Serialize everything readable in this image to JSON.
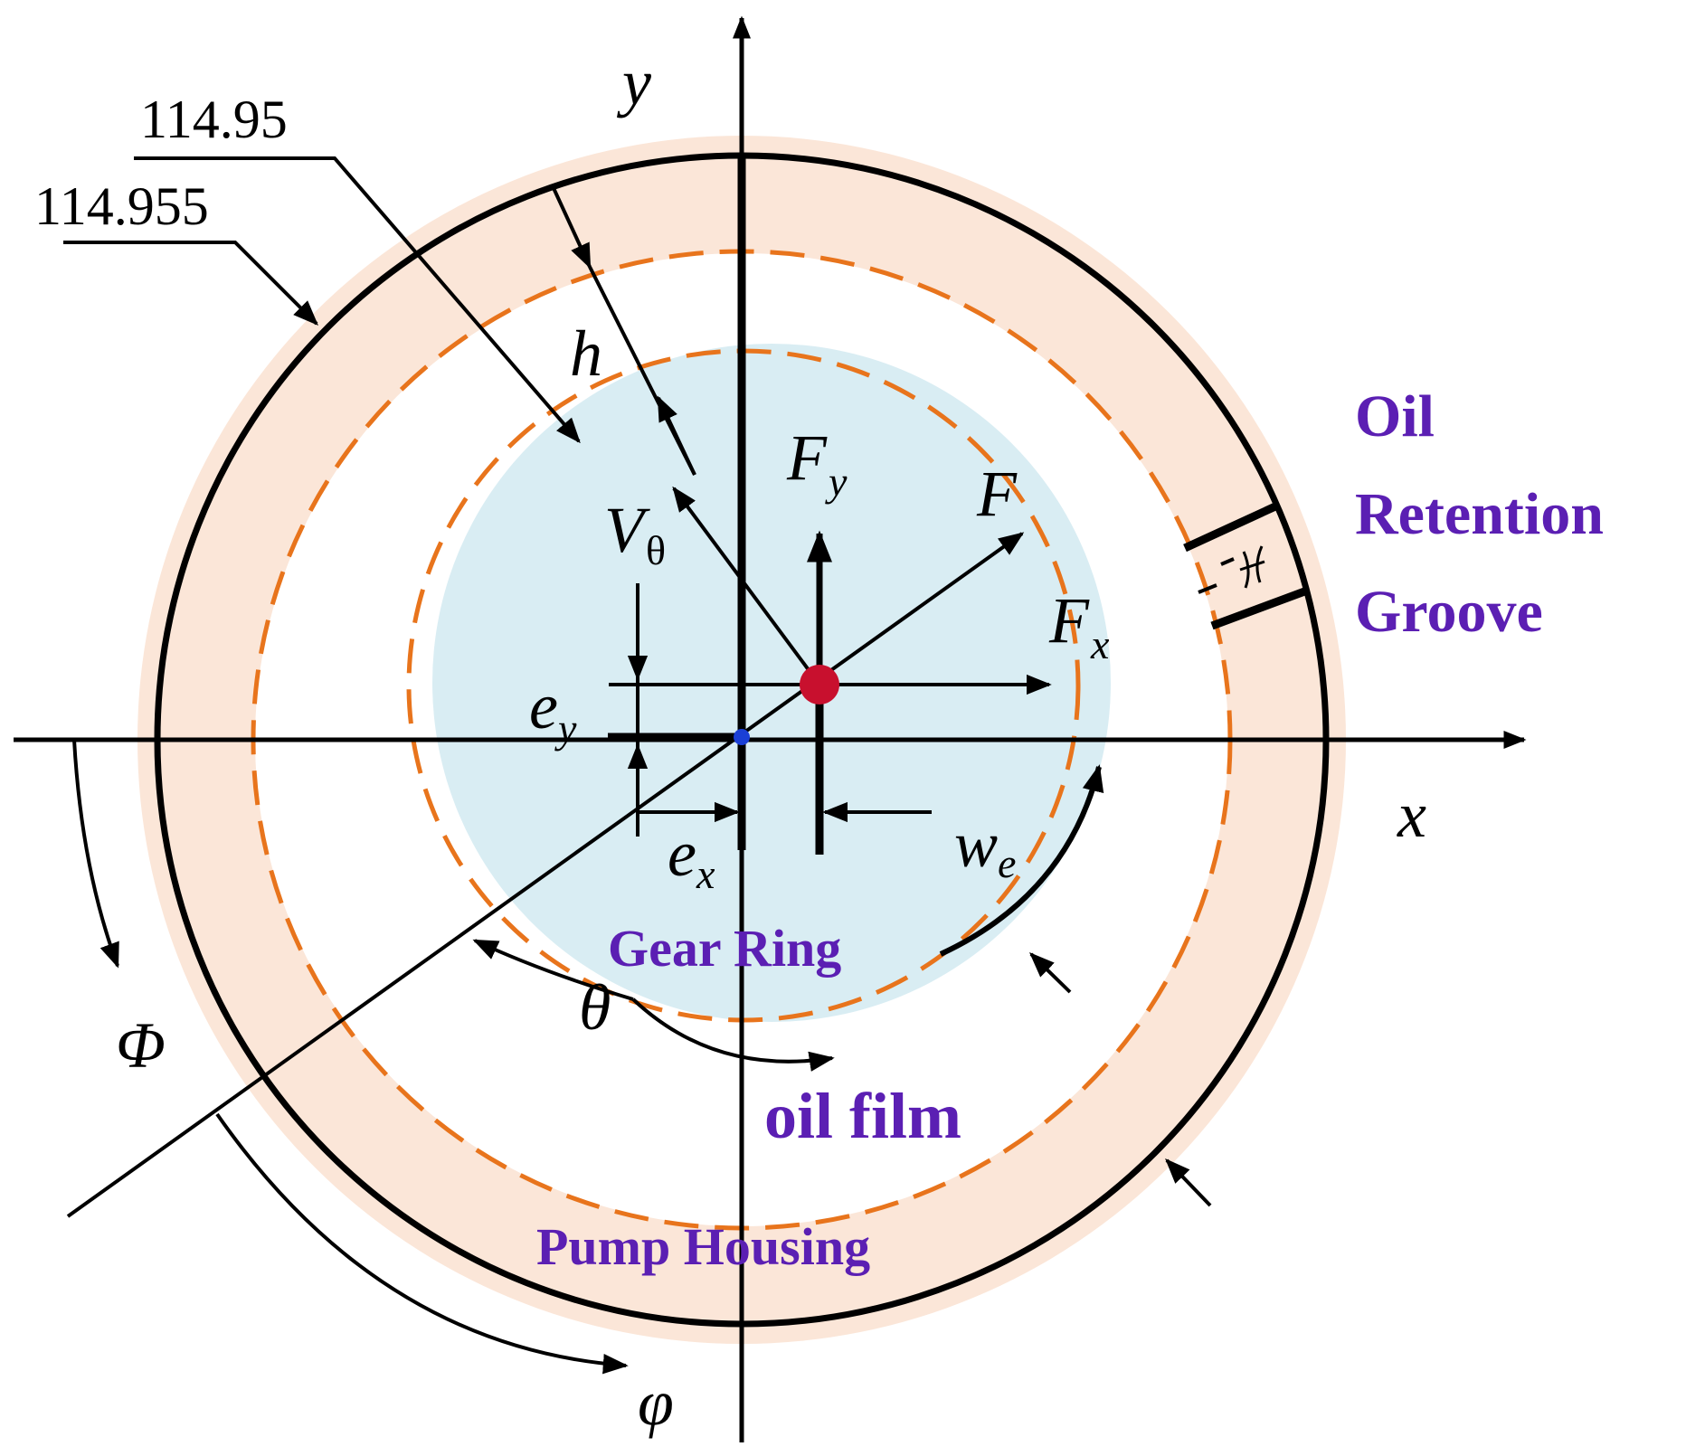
{
  "dimensions": {
    "inner_diameter": "114.95",
    "outer_diameter": "114.955"
  },
  "axes": {
    "x": "x",
    "y": "y"
  },
  "symbols": {
    "h": "h",
    "v_theta": "V",
    "v_theta_sub": "θ",
    "F": "F",
    "Fy": "F",
    "Fy_sub": "y",
    "Fx": "F",
    "Fx_sub": "x",
    "ey": "e",
    "ey_sub": "y",
    "ex": "e",
    "ex_sub": "x",
    "we": "w",
    "we_sub": "e",
    "theta": "θ",
    "Phi": "Φ",
    "phi": "φ"
  },
  "labels": {
    "oil_retention_groove": [
      "Oil",
      "Retention",
      "Groove"
    ],
    "gear_ring": "Gear Ring",
    "oil_film": "oil film",
    "pump_housing": "Pump Housing"
  },
  "colors": {
    "housing_band": "#fbe6d8",
    "gear_fill": "#d9edf3",
    "dashed_circle": "#e8741c",
    "label_purple": "#5b1fb3",
    "center_dot_red": "#c8102e",
    "center_dot_blue": "#1a3fd6",
    "line": "#000000"
  }
}
